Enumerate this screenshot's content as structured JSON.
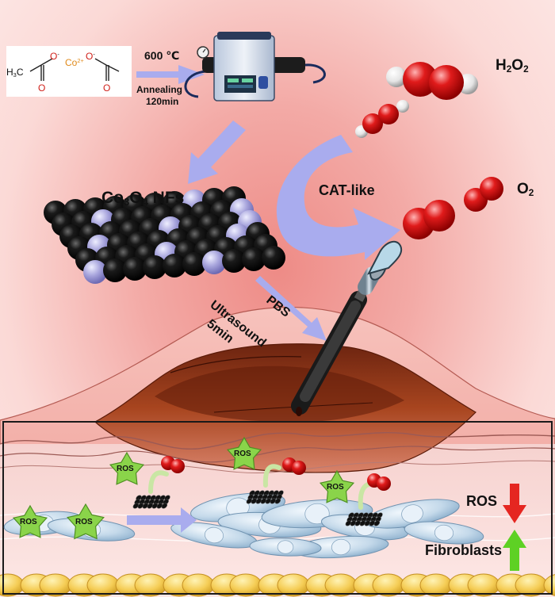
{
  "synthesis": {
    "temperature": "600 ℃",
    "process": "Annealing",
    "duration": "120min",
    "precursor_formula_h3c": "H",
    "precursor_sub3": "3",
    "precursor_c": "C",
    "precursor_ion": "Co",
    "precursor_ion_charge": "2+",
    "precursor_minus": "-",
    "precursor_o": "O"
  },
  "nanoflakes": {
    "label_prefix": "Co",
    "label_sub1": "3",
    "label_mid": "O",
    "label_sub2": "4",
    "label_suffix": " NFs"
  },
  "reaction": {
    "reactant_h": "H",
    "reactant_sub": "2",
    "reactant_o": "O",
    "reactant_sub2": "2",
    "catalysis": "CAT-like",
    "product_o": "O",
    "product_sub": "2"
  },
  "treatment": {
    "solvent": "PBS",
    "method": "Ultrasound",
    "time": "5min"
  },
  "wound": {
    "ros_tag": "ROS",
    "legend_ros": "ROS",
    "legend_fibroblasts": "Fibroblasts"
  },
  "colors": {
    "arrow": "#a9acee",
    "cobalt_black": "#0e0e0e",
    "oxygen_violet": "#a9a6dd",
    "oxygen_red": "#d81818",
    "ros_star": "#8ad44a",
    "down_arrow": "#e52621",
    "up_arrow": "#5ed124",
    "skin": "#f4a8a2",
    "wound_bed": "#8e3417",
    "fat": "#f5cd56",
    "fibroblast": "#c2d8ea"
  },
  "icons": [
    "annealing-furnace-icon",
    "dropper-icon",
    "curved-catalysis-arrow-icon",
    "ros-star-icon",
    "fibroblast-cell-icon",
    "nanoflake-lattice-icon"
  ]
}
